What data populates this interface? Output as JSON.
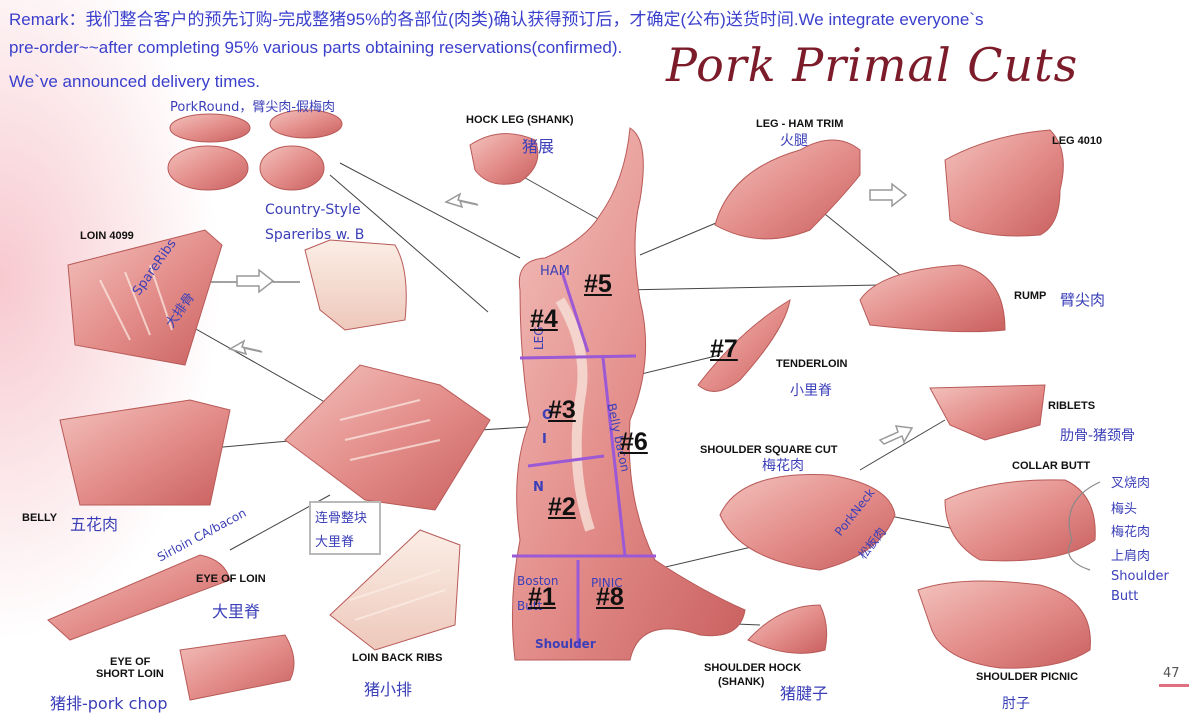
{
  "remark": {
    "line1": "Remark：我们整合客户的预先订购-完成整猪95%的各部位(肉类)确认获得预订后，才确定(公布)送货时间.We integrate everyone`s",
    "line2": "pre-order~~after completing 95% various parts obtaining reservations(confirmed).",
    "line3": "We`ve announced delivery times."
  },
  "title": "Pork Primal Cuts",
  "labels": {
    "pork_round": "PorkRound，臂尖肉-假梅肉",
    "hock_leg_en": "HOCK LEG (SHANK)",
    "hock_leg_zh": "猪展",
    "leg_ham_trim_en": "LEG - HAM TRIM",
    "leg_ham_trim_zh": "火腿",
    "leg_4010": "LEG 4010",
    "country_style_1": "Country-Style",
    "country_style_2": "Spareribs w. B",
    "loin_4099": "LOIN 4099",
    "spareribs": "SpareRibs",
    "spareribs_zh": "大排骨",
    "ham": "HAM",
    "leg": "LEG",
    "rump_en": "RUMP",
    "rump_zh": "臂尖肉",
    "tenderloin_en": "TENDERLOIN",
    "tenderloin_zh": "小里脊",
    "riblets_en": "RIBLETS",
    "riblets_zh": "肋骨-猪颈骨",
    "shoulder_square_en": "SHOULDER SQUARE CUT",
    "shoulder_square_zh": "梅花肉",
    "collar_butt_en": "COLLAR BUTT",
    "collar_butt_zh": [
      "叉烧肉",
      "梅头",
      "梅花肉",
      "上肩肉",
      "Shoulder",
      "Butt"
    ],
    "belly_en": "BELLY",
    "belly_zh": "五花肉",
    "belly_bacon": "Belly bacon",
    "loin_letters": [
      "O",
      "I",
      "N"
    ],
    "box_line1": "连骨整块",
    "box_line2": "大里脊",
    "sirloin": "Sirloin  CA/bacon",
    "eye_of_loin_en": "EYE OF LOIN",
    "eye_of_loin_zh": "大里脊",
    "eye_short_loin_1": "EYE OF",
    "eye_short_loin_2": "SHORT LOIN",
    "pork_chop": "猪排-pork chop",
    "loin_back_ribs_en": "LOIN BACK RIBS",
    "loin_back_ribs_zh": "猪小排",
    "pork_neck": "PorkNeck",
    "pork_neck_zh": "松板肉",
    "boston_1": "Boston",
    "boston_2": "Butt",
    "pinic": "PINIC",
    "shoulder": "Shoulder",
    "shoulder_hock_en1": "SHOULDER HOCK",
    "shoulder_hock_en2": "(SHANK)",
    "shoulder_hock_zh": "猪腱子",
    "shoulder_picnic_en": "SHOULDER PICNIC",
    "shoulder_picnic_zh": "肘子",
    "page_number": "47"
  },
  "section_numbers": [
    "#1",
    "#2",
    "#3",
    "#4",
    "#5",
    "#6",
    "#7",
    "#8"
  ],
  "colors": {
    "remark_text": "#3a3fcc",
    "title": "#7c1b29",
    "division_lines": "#9b59d6",
    "meat": "#e9a3a0",
    "fat": "#f6e3d8"
  }
}
